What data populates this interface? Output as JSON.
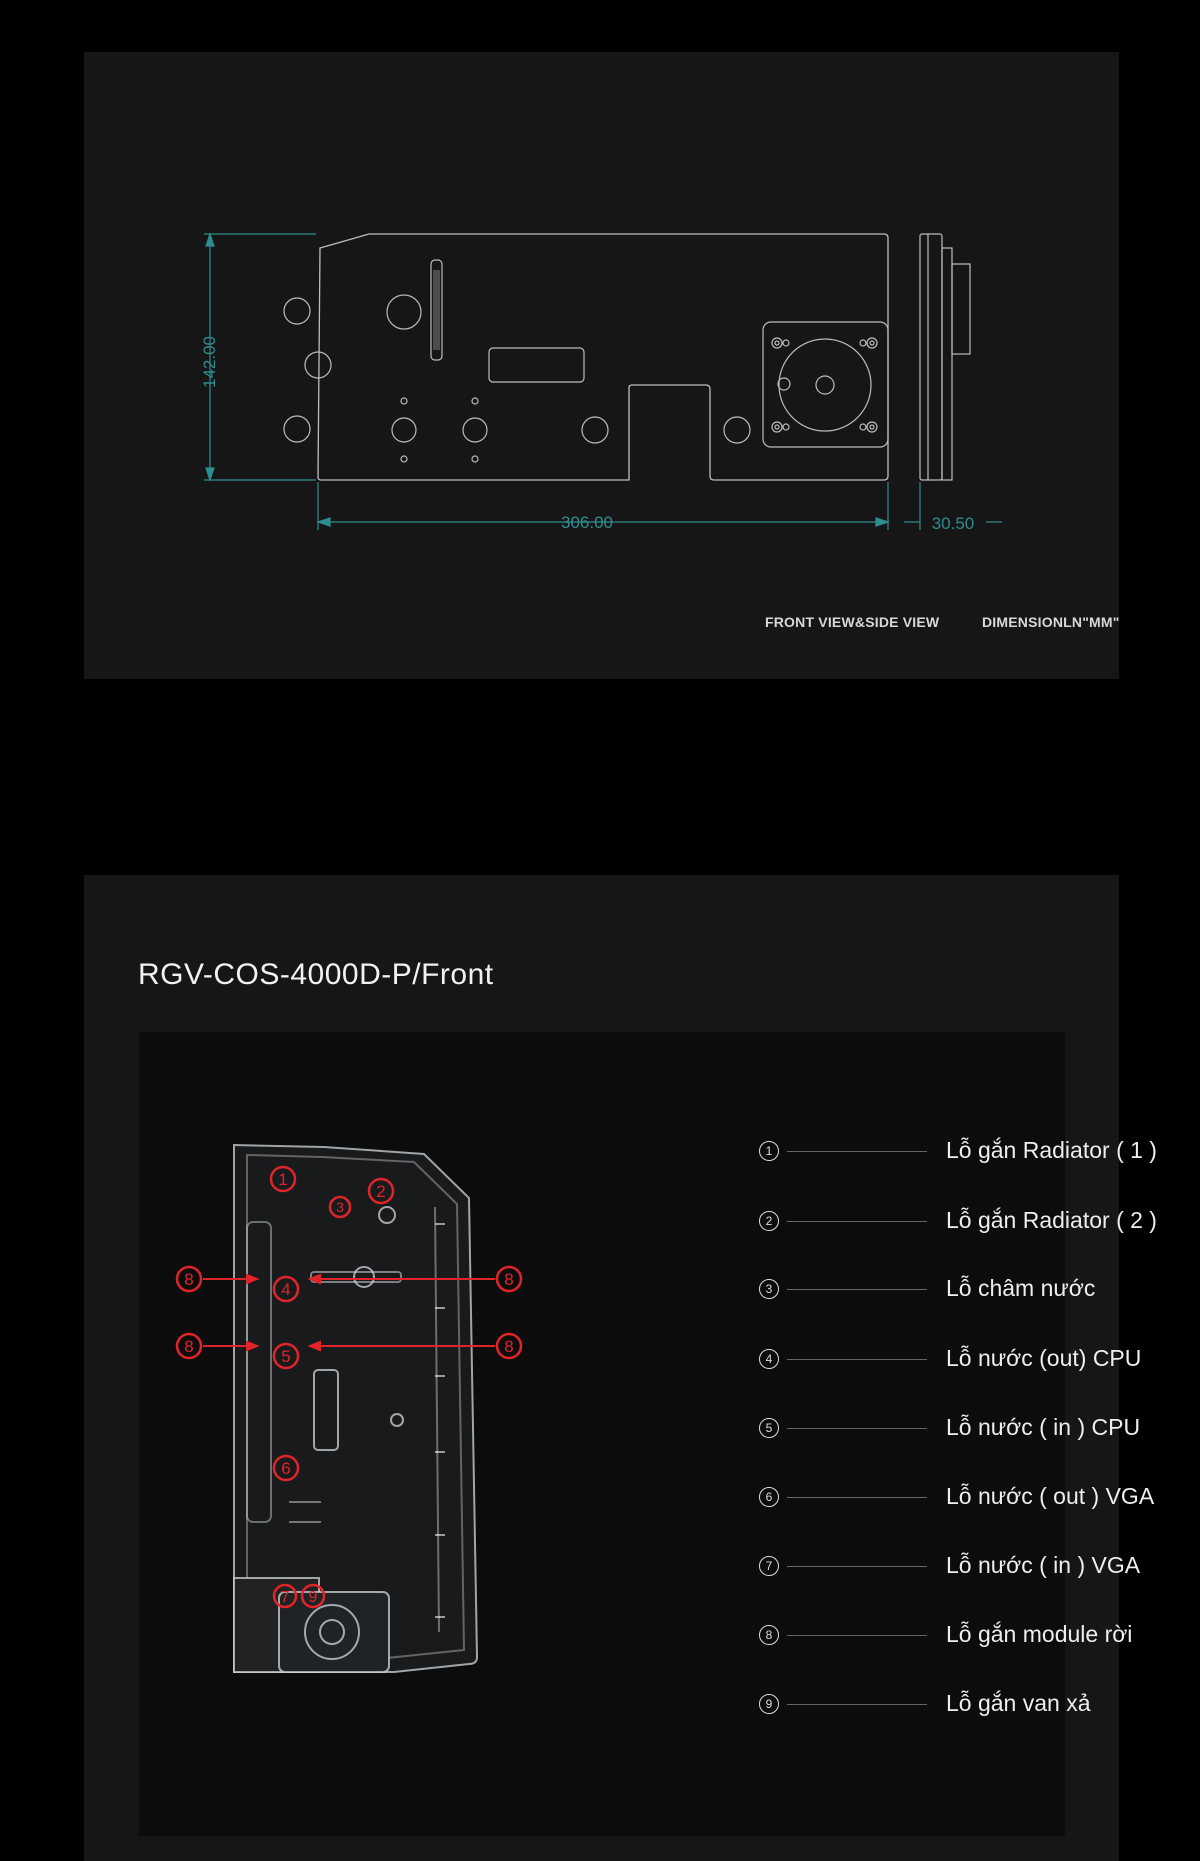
{
  "drawing": {
    "dim_height": "142.00",
    "dim_width": "306.00",
    "dim_depth": "30.50",
    "caption_view": "FRONT VIEW&SIDE VIEW",
    "caption_dimension": "DIMENSIONLN\"MM\""
  },
  "section": {
    "title": "RGV-COS-4000D-P/Front"
  },
  "markers": [
    "1",
    "2",
    "3",
    "4",
    "5",
    "6",
    "7",
    "8",
    "9"
  ],
  "legend": [
    {
      "num": "1",
      "label": "Lỗ gắn Radiator ( 1 )"
    },
    {
      "num": "2",
      "label": "Lỗ gắn Radiator ( 2 )"
    },
    {
      "num": "3",
      "label": "Lỗ châm nước"
    },
    {
      "num": "4",
      "label": "Lỗ nước (out) CPU"
    },
    {
      "num": "5",
      "label": "Lỗ nước ( in ) CPU"
    },
    {
      "num": "6",
      "label": "Lỗ nước ( out ) VGA"
    },
    {
      "num": "7",
      "label": "Lỗ nước ( in ) VGA"
    },
    {
      "num": "8",
      "label": "Lỗ gắn module rời"
    },
    {
      "num": "9",
      "label": "Lỗ gắn van xả"
    }
  ],
  "colors": {
    "dimension": "#2f8d8f",
    "marker": "#e0242a",
    "panel": "#161616"
  }
}
